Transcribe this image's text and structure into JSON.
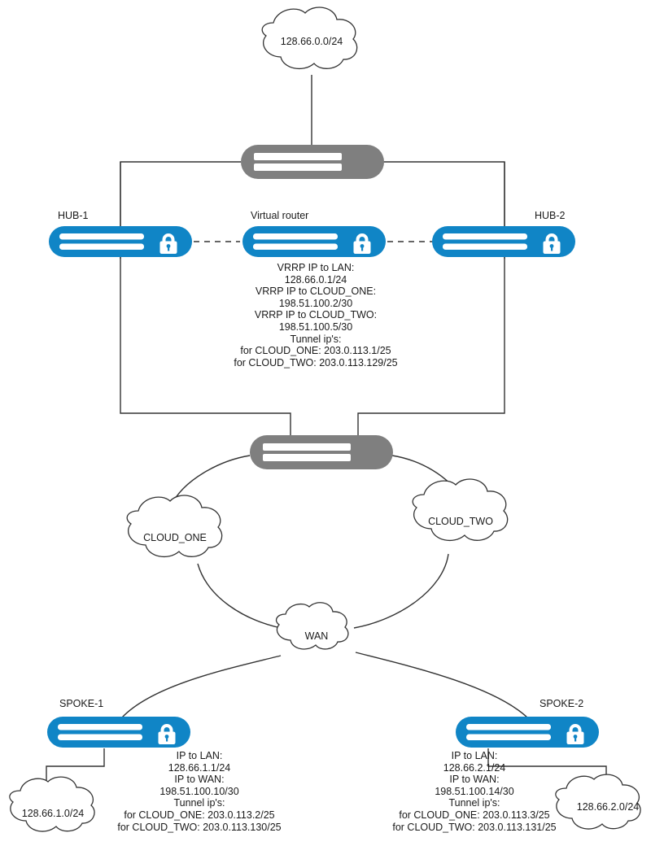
{
  "diagram": {
    "title": "Hub and spoke VPN network topology",
    "colors": {
      "device_blue": "#1085c6",
      "switch_gray": "#7f7f7f",
      "line": "#333333",
      "text": "#1a1a1a",
      "background": "#ffffff"
    },
    "clouds": [
      {
        "id": "lan-hub",
        "label": "128.66.0.0/24"
      },
      {
        "id": "cloud-one",
        "label": "CLOUD_ONE"
      },
      {
        "id": "cloud-two",
        "label": "CLOUD_TWO"
      },
      {
        "id": "wan",
        "label": "WAN"
      },
      {
        "id": "lan-spoke1",
        "label": "128.66.1.0/24"
      },
      {
        "id": "lan-spoke2",
        "label": "128.66.2.0/24"
      }
    ],
    "devices": [
      {
        "id": "hub-1",
        "label": "HUB-1",
        "type": "firewall"
      },
      {
        "id": "virtual-router",
        "label": "Virtual router",
        "type": "firewall"
      },
      {
        "id": "hub-2",
        "label": "HUB-2",
        "type": "firewall"
      },
      {
        "id": "spoke-1",
        "label": "SPOKE-1",
        "type": "firewall"
      },
      {
        "id": "spoke-2",
        "label": "SPOKE-2",
        "type": "firewall"
      },
      {
        "id": "switch-top",
        "label": "",
        "type": "switch"
      },
      {
        "id": "switch-bottom",
        "label": "",
        "type": "switch"
      }
    ],
    "annotations": {
      "virtual_router": [
        "VRRP IP to LAN:",
        "128.66.0.1/24",
        "VRRP IP to CLOUD_ONE:",
        "198.51.100.2/30",
        "VRRP IP to CLOUD_TWO:",
        "198.51.100.5/30",
        "Tunnel ip's:",
        "for CLOUD_ONE: 203.0.113.1/25",
        "for CLOUD_TWO: 203.0.113.129/25"
      ],
      "spoke_1": [
        "IP to LAN:",
        "128.66.1.1/24",
        "IP to WAN:",
        "198.51.100.10/30",
        "Tunnel ip's:",
        "for CLOUD_ONE: 203.0.113.2/25",
        "for CLOUD_TWO: 203.0.113.130/25"
      ],
      "spoke_2": [
        "IP to LAN:",
        "128.66.2.1/24",
        "IP to WAN:",
        "198.51.100.14/30",
        "Tunnel ip's:",
        "for CLOUD_ONE: 203.0.113.3/25",
        "for CLOUD_TWO: 203.0.113.131/25"
      ]
    }
  }
}
